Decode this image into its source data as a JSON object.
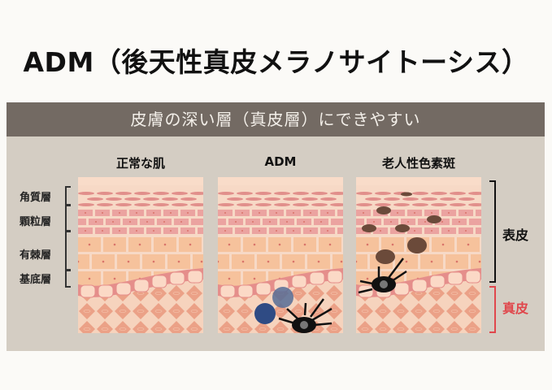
{
  "title": "ADM（後天性真皮メラノサイトーシス）",
  "banner": "皮膚の深い層（真皮層）にできやすい",
  "columns": [
    {
      "label": "正常な肌"
    },
    {
      "label": "ADM"
    },
    {
      "label": "老人性色素斑"
    }
  ],
  "layers": [
    {
      "label": "角質層"
    },
    {
      "label": "顆粒層"
    },
    {
      "label": "有棘層"
    },
    {
      "label": "基底層"
    }
  ],
  "regions": {
    "epidermis": {
      "label": "表皮",
      "color": "#111111"
    },
    "dermis": {
      "label": "真皮",
      "color": "#e0474c"
    }
  },
  "colors": {
    "banner_bg": "#736a63",
    "box_bg": "#d4cdc3",
    "skin_light": "#f6c7a8",
    "skin_pink": "#e99b94",
    "dermis": "#ec9f85",
    "melanin_blue": "#3b5586",
    "melanin_brown": "#6b4a3a"
  }
}
